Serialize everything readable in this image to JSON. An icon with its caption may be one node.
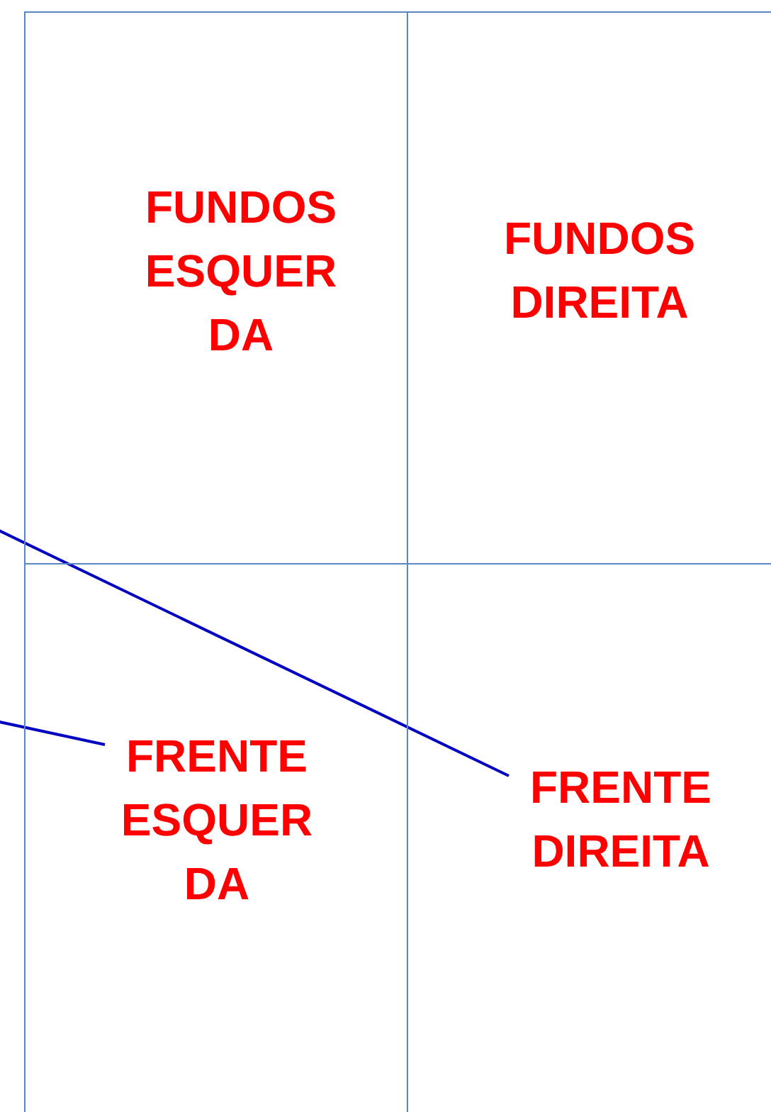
{
  "diagram": {
    "nodes": [
      {
        "text": [
          "FUNDOS ESQUER DA"
        ]
      },
      {
        "text": [
          "FUNDOS DIREITA"
        ]
      },
      {
        "text": [
          "FRENTE ESQUER DA"
        ]
      },
      {
        "text": [
          "FRENTE DIREITA"
        ]
      }
    ],
    "edges": [
      {
        "from": null,
        "to": 3,
        "arrow": "none"
      },
      {
        "from": null,
        "to": 2,
        "arrow": "none"
      }
    ]
  }
}
